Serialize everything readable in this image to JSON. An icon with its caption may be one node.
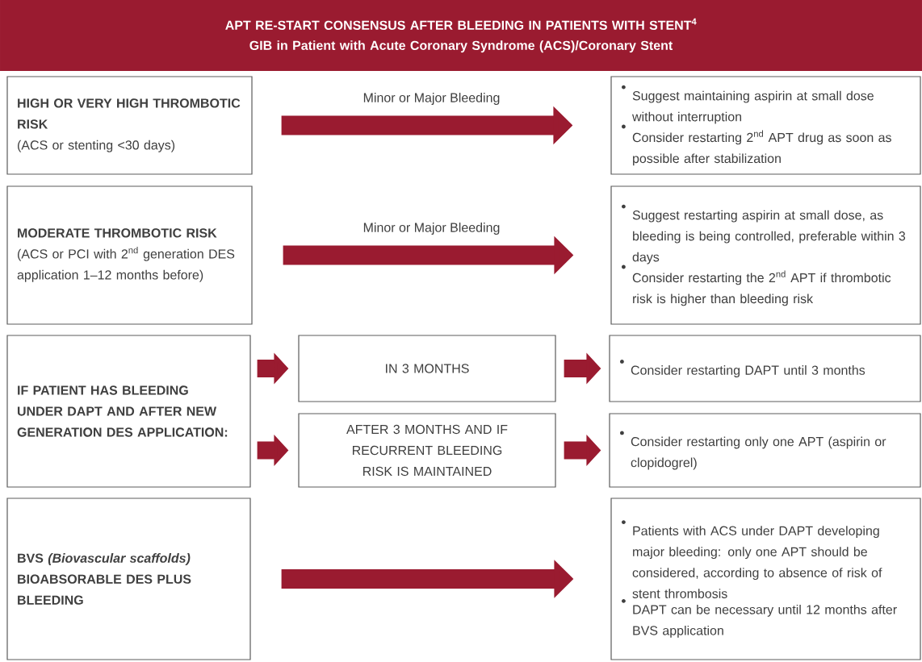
{
  "diagram": {
    "nodes": [
      {
        "text": [
          "APT RE-START CONSENSUS AFTER BLEEDING IN PATIENTS WITH STENT$^{4}$",
          "GIB in Patient with Acute Coronary Syndrome (ACS)/Coronary Stent"
        ]
      },
      {
        "text": [
          "HIGH OR VERY HIGH THROMBOTIC RISK",
          "(ACS or stenting <30 days)"
        ]
      },
      {
        "text": [
          "Suggest maintaining aspirin at small dose without interruption",
          "Consider restarting 2$^{nd}$ APT drug as soon as possible after stabilization"
        ]
      },
      {
        "text": [
          "MODERATE THROMBOTIC RISK",
          "(ACS or PCI with 2$^{nd}$ generation DES application 1–12 months before)"
        ]
      },
      {
        "text": [
          "Suggest restarting aspirin at small dose, as bleeding is being controlled, preferable within 3 days",
          "Consider restarting the 2$^{nd}$ APT if thrombotic risk is higher than bleeding risk"
        ]
      },
      {
        "text": [
          "IF PATIENT HAS BLEEDING UNDER DAPT AND AFTER NEW GENERATION DES APPLICATION:"
        ]
      },
      {
        "text": [
          "IN 3 MONTHS"
        ]
      },
      {
        "text": [
          "Consider restarting DAPT until 3 months"
        ]
      },
      {
        "text": [
          "AFTER 3 MONTHS AND IF RECURRENT BLEEDING RISK IS MAINTAINED"
        ]
      },
      {
        "text": [
          "Consider restarting only one APT (aspirin or clopidogrel)"
        ]
      },
      {
        "text": [
          "BVS *(Biovascular scaffolds)* BIOABSORABLE DES PLUS BLEEDING"
        ]
      },
      {
        "text": [
          "Patients with ACS under DAPT developing major bleeding: only one APT should be considered, according to absence of risk of stent thrombosis",
          "DAPT can be necessary until 12 months after BVS application"
        ]
      }
    ],
    "edges": [
      {
        "from": 1,
        "to": 2,
        "arrow": "to",
        "label": "Minor or Major Bleeding"
      },
      {
        "from": 3,
        "to": 4,
        "arrow": "to",
        "label": "Minor or Major Bleeding"
      },
      {
        "from": 5,
        "to": 6,
        "arrow": "to"
      },
      {
        "from": 6,
        "to": 7,
        "arrow": "to"
      },
      {
        "from": 5,
        "to": 8,
        "arrow": "to"
      },
      {
        "from": 8,
        "to": 9,
        "arrow": "to"
      },
      {
        "from": 10,
        "to": 11,
        "arrow": "to"
      }
    ]
  }
}
